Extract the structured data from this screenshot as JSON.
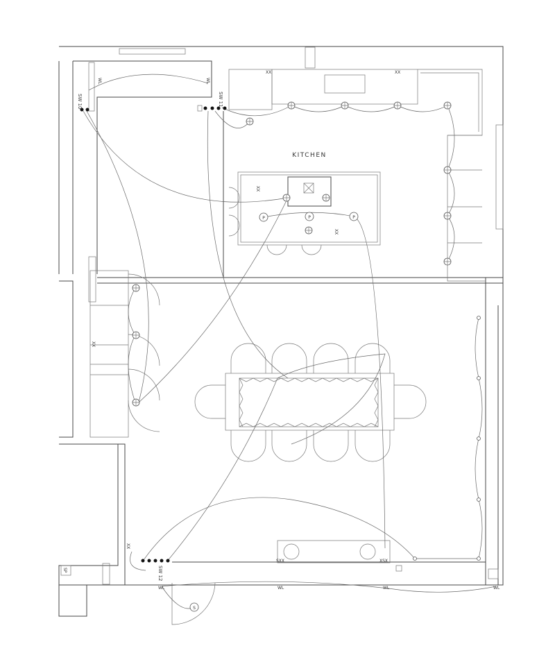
{
  "plan": {
    "room_label": "KITCHEN",
    "switch_labels": [
      "SW 10",
      "SW 11",
      "SW 12"
    ],
    "wall_light_tag": "WL",
    "pendant_tag": "P",
    "outlet_tags": [
      "XX",
      "XX",
      "XX",
      "XX",
      "XX",
      "XX"
    ],
    "floor_outlet_tags": [
      "SXX",
      "XSX"
    ],
    "sensor_tag": "S",
    "panel_tag": "SP"
  },
  "colors": {
    "line": "#444444",
    "wire": "#666666",
    "background": "#ffffff"
  }
}
